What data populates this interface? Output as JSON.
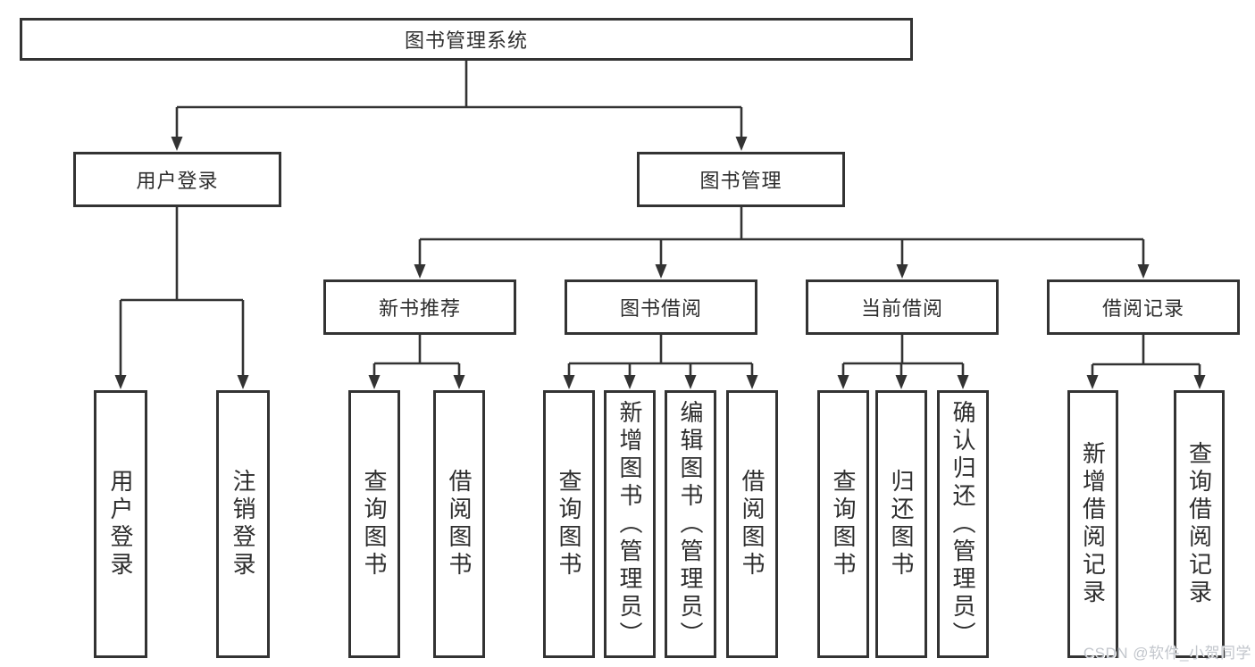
{
  "nodes": {
    "root": {
      "label": "图书管理系统"
    },
    "user_login": {
      "label": "用户登录"
    },
    "book_management": {
      "label": "图书管理"
    },
    "new_book_recommend": {
      "label": "新书推荐"
    },
    "book_borrowing": {
      "label": "图书借阅"
    },
    "current_borrowing": {
      "label": "当前借阅"
    },
    "borrowing_records": {
      "label": "借阅记录"
    }
  },
  "leaves": {
    "user_login": [
      "用户登录",
      "注销登录"
    ],
    "new_book_recommend": [
      "查询图书",
      "借阅图书"
    ],
    "book_borrowing": [
      "查询图书",
      "新增图书（管理员）",
      "编辑图书（管理员）",
      "借阅图书"
    ],
    "current_borrowing": [
      "查询图书",
      "归还图书",
      "确认归还（管理员）"
    ],
    "borrowing_records": [
      "新增借阅记录",
      "查询借阅记录"
    ]
  },
  "watermark": "CSDN @软件_小贺同学",
  "colors": {
    "line": "#333333",
    "border": "#333333",
    "text": "#2e2e2e",
    "watermark": "#c2c6cc",
    "background": "#ffffff"
  }
}
